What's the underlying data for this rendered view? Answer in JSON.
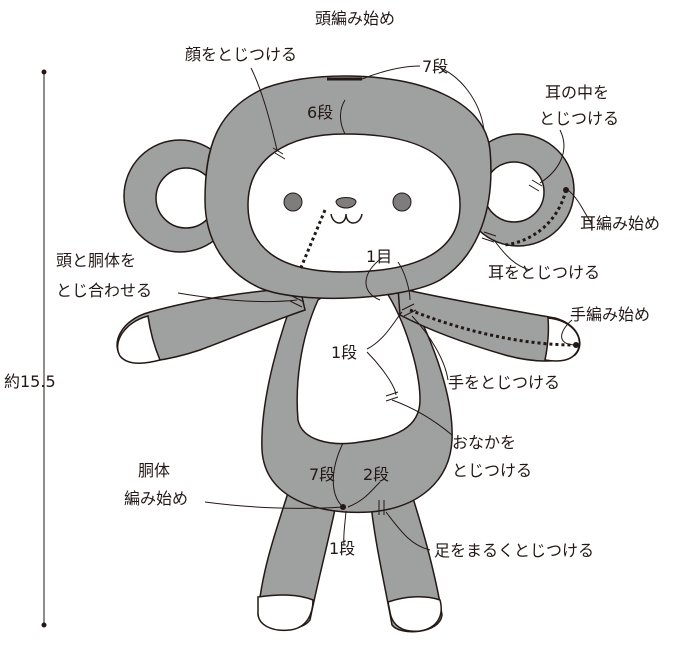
{
  "labels": {
    "head_start": "頭編み始め",
    "attach_face": "顔をとじつける",
    "row7_head": "7段",
    "row6_head": "6段",
    "attach_ear_inner_1": "耳の中を",
    "attach_ear_inner_2": "とじつける",
    "ear_start": "耳編み始め",
    "attach_ear": "耳をとじつける",
    "join_head_body_1": "頭と胴体を",
    "join_head_body_2": "とじ合わせる",
    "stitch_1": "1目",
    "hand_start": "手編み始め",
    "row1_arm": "1段",
    "attach_hand": "手をとじつける",
    "height": "約15.5",
    "attach_belly_1": "おなかを",
    "attach_belly_2": "とじつける",
    "body_start_1": "胴体",
    "body_start_2": "編み始め",
    "row7_body": "7段",
    "row2_body": "2段",
    "row1_body": "1段",
    "attach_feet": "足をまるくとじつける"
  },
  "colors": {
    "fur": "#9fa0a0",
    "outline": "#231815",
    "face": "#ffffff"
  }
}
